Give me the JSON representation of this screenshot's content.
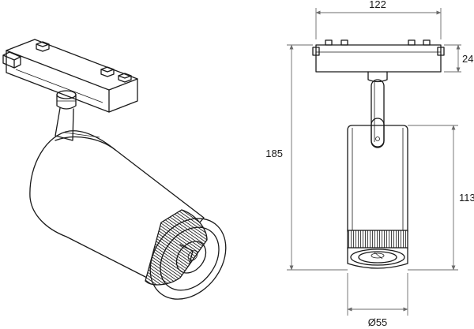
{
  "dimensions": {
    "width": "122",
    "height_top": "24",
    "total_height": "185",
    "body_height": "113",
    "diameter": "Ø55"
  },
  "colors": {
    "line": "#1a1a1a",
    "dimension_line": "#6b6b6b",
    "background": "#ffffff"
  }
}
